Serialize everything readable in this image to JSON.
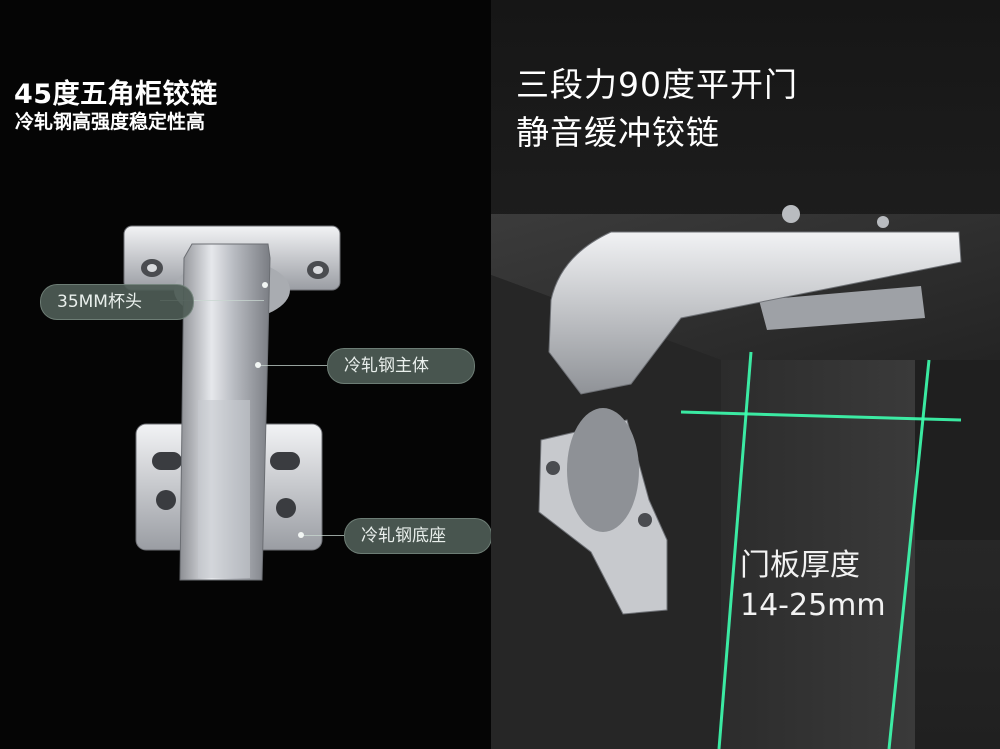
{
  "left_panel": {
    "title": "45度五角柜铰链",
    "subtitle": "冷轧钢高强度稳定性高",
    "callouts": {
      "cup": "35MM杯头",
      "body": "冷轧钢主体",
      "base": "冷轧钢底座"
    }
  },
  "right_panel": {
    "title_line1": "三段力90度平开门",
    "title_line2": "静音缓冲铰链",
    "thickness_label": "门板厚度",
    "thickness_range": "14-25mm",
    "laser_color": "#3dffb0"
  }
}
